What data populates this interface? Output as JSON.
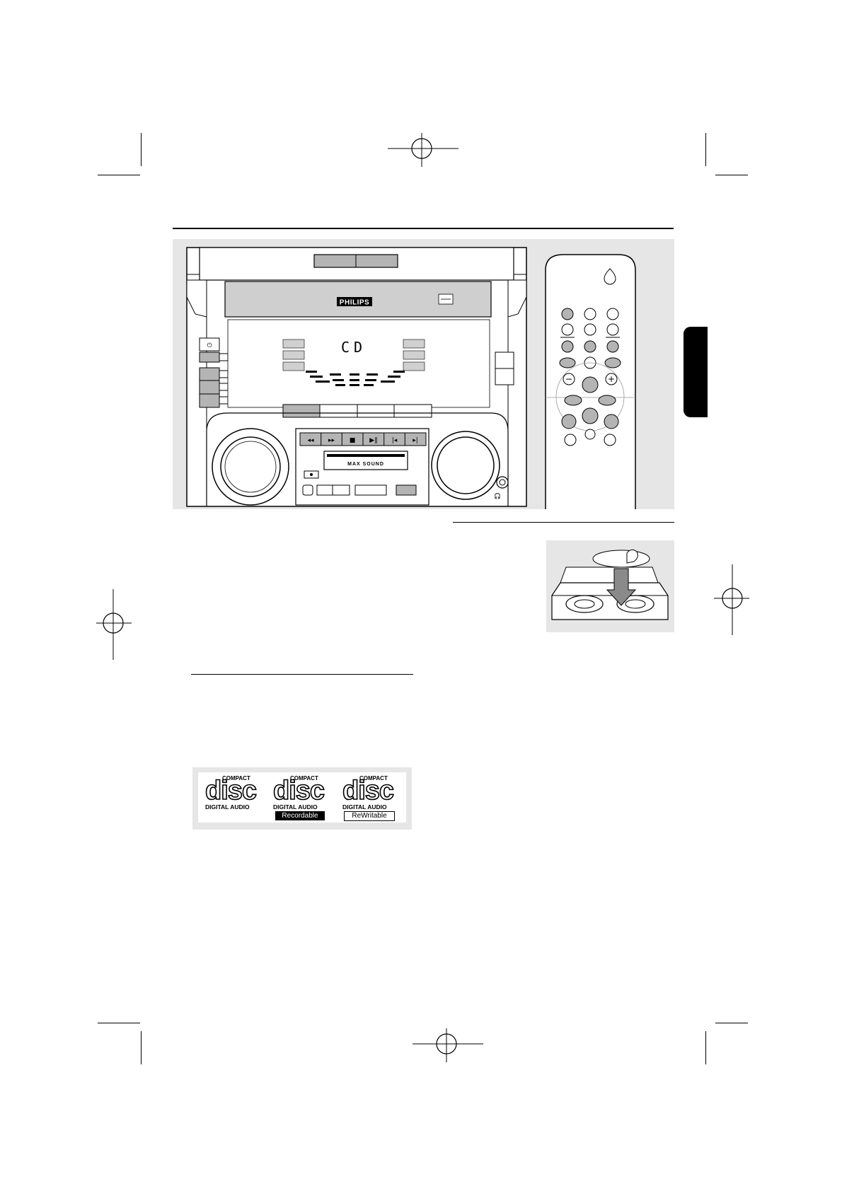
{
  "main_unit": {
    "brand": "PHILIPS",
    "display_mode": "CD",
    "tape_label": "MAX SOUND",
    "deck_transport_icons": [
      "rewind-icon",
      "fast-forward-icon",
      "stop-icon",
      "play-pause-icon",
      "previous-icon",
      "next-icon"
    ]
  },
  "disc_logos": [
    {
      "top": "COMPACT",
      "word": "disc",
      "sub": "DIGITAL AUDIO",
      "badge": ""
    },
    {
      "top": "COMPACT",
      "word": "disc",
      "sub": "DIGITAL AUDIO",
      "badge": "Recordable"
    },
    {
      "top": "COMPACT",
      "word": "disc",
      "sub": "DIGITAL AUDIO",
      "badge": "ReWritable"
    }
  ],
  "colors": {
    "panel": "#e6e6e6",
    "button_grey": "#b4b4b4",
    "rule": "#000000"
  }
}
